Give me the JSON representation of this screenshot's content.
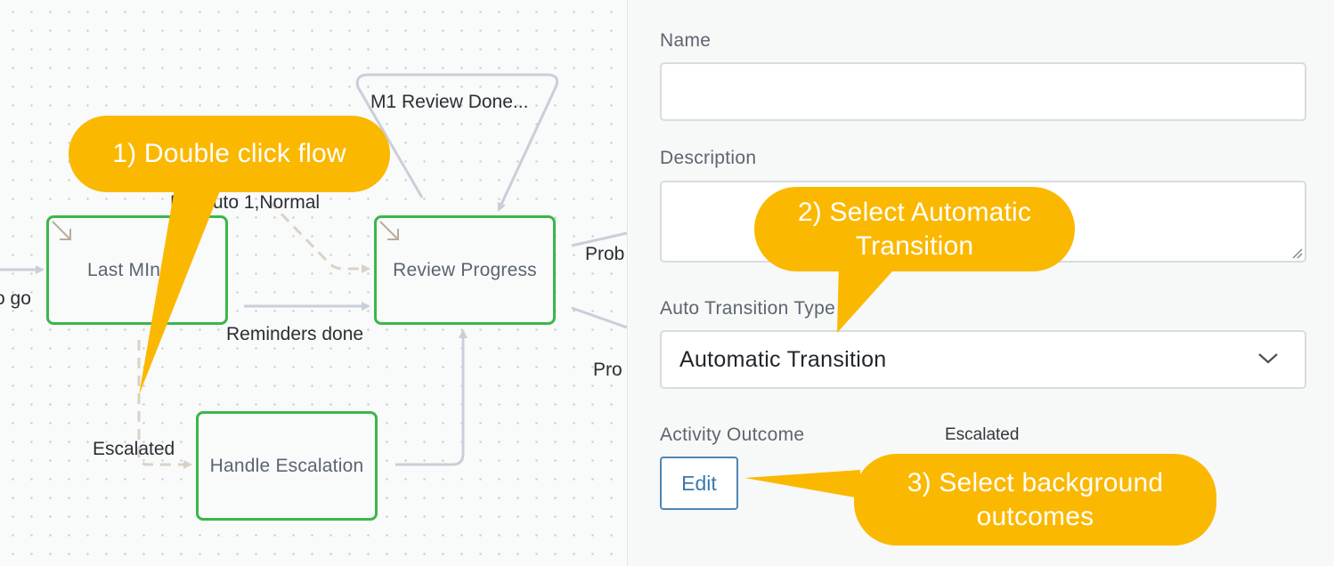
{
  "canvas": {
    "nodes": {
      "last_minute": "Last MInute",
      "review_progress": "Review Progress",
      "handle_escalation": "Handle Escalation"
    },
    "edge_labels": {
      "m1_review_done": "M1 Review Done...",
      "bg_auto_normal": "BG auto 1,Normal",
      "reminders_done": "Reminders done",
      "escalated": "Escalated",
      "to_go": "o go",
      "prob_top": "Prob",
      "prob_bottom": "Pro"
    },
    "colors": {
      "node_border": "#3cb64a",
      "edge": "#c9cfd8",
      "background_edge": "#d9d3c7"
    }
  },
  "panel": {
    "name_label": "Name",
    "name_value": "",
    "description_label": "Description",
    "description_value": "",
    "auto_transition_label": "Auto Transition Type",
    "auto_transition_selected": "Automatic Transition",
    "activity_outcome_label": "Activity Outcome",
    "activity_outcome_value": "Escalated",
    "edit_button": "Edit",
    "icons": {
      "select_chevron": "chevron-down-icon",
      "resize_handle": "resize-handle-icon"
    }
  },
  "callouts": {
    "step1": "1) Double click flow",
    "step2_line1": "2) Select Automatic",
    "step2_line2": "Transition",
    "step3_line1": "3) Select background",
    "step3_line2": "outcomes",
    "color": "#fbb800"
  }
}
